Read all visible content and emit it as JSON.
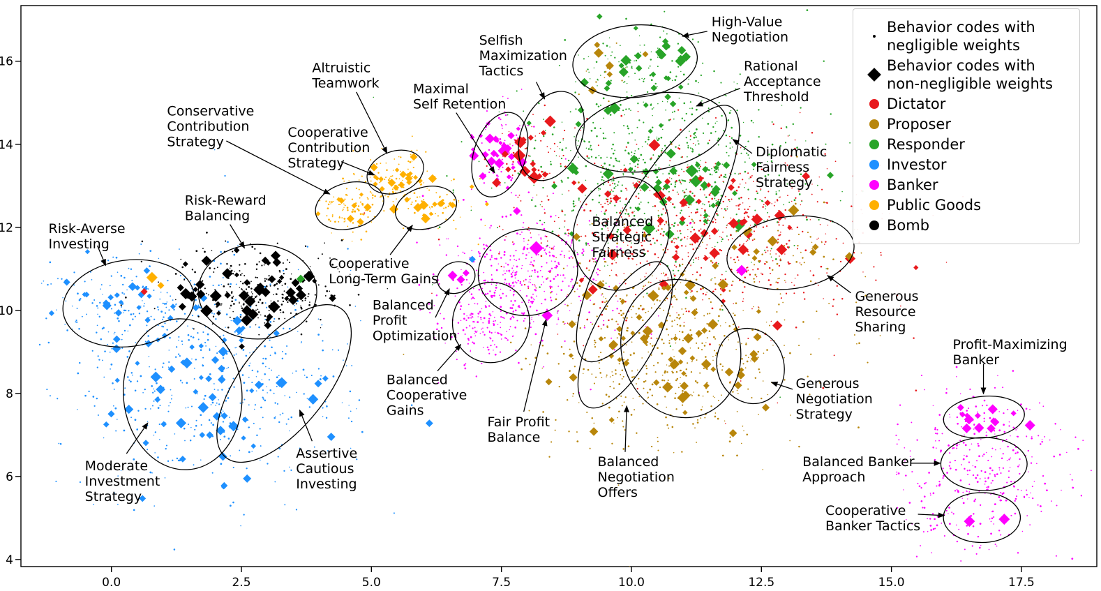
{
  "chart_data": {
    "type": "scatter",
    "title": "",
    "xlabel": "",
    "ylabel": "",
    "grid": false,
    "xlim": [
      -1.74,
      18.95
    ],
    "ylim": [
      3.83,
      17.34
    ],
    "x_tick_values": [
      0.0,
      2.5,
      5.0,
      7.5,
      10.0,
      12.5,
      15.0,
      17.5
    ],
    "x_tick_labels": [
      "0.0",
      "2.5",
      "5.0",
      "7.5",
      "10.0",
      "12.5",
      "15.0",
      "17.5"
    ],
    "y_tick_values": [
      4,
      6,
      8,
      10,
      12,
      14,
      16
    ],
    "y_tick_labels": [
      "4",
      "6",
      "8",
      "10",
      "12",
      "14",
      "16"
    ],
    "legend_position": "upper right",
    "legend_items": [
      {
        "marker": "dot-small",
        "color": "#000000",
        "label": "Behavior codes with\nnegligible weights"
      },
      {
        "marker": "diamond",
        "color": "#000000",
        "label": "Behavior codes with\nnon-negligible weights"
      },
      {
        "marker": "dot",
        "color": "#e8191c",
        "label": "Dictator"
      },
      {
        "marker": "dot",
        "color": "#b8860b",
        "label": "Proposer"
      },
      {
        "marker": "dot",
        "color": "#28a428",
        "label": "Responder"
      },
      {
        "marker": "dot",
        "color": "#1e90ff",
        "label": "Investor"
      },
      {
        "marker": "dot",
        "color": "#ff00ff",
        "label": "Banker"
      },
      {
        "marker": "dot",
        "color": "#ffb000",
        "label": "Public Goods"
      },
      {
        "marker": "dot",
        "color": "#000000",
        "label": "Bomb"
      }
    ],
    "series_colors": {
      "dictator": "#e8191c",
      "proposer": "#b8860b",
      "responder": "#28a428",
      "investor": "#1e90ff",
      "banker": "#ff00ff",
      "public_goods": "#ffb000",
      "bomb": "#000000"
    },
    "clusters": [
      {
        "s": "investor",
        "cx": 1.9,
        "cy": 8.4,
        "sx": 1.35,
        "sy": 1.4,
        "n_small": 520,
        "n_big": 60,
        "bmin": 3.5,
        "bmax": 8.0
      },
      {
        "s": "investor",
        "cx": 0.2,
        "cy": 10.3,
        "sx": 0.75,
        "sy": 0.55,
        "n_small": 110,
        "n_big": 22,
        "bmin": 3.5,
        "bmax": 7.5
      },
      {
        "s": "bomb",
        "cx": 2.8,
        "cy": 10.45,
        "sx": 0.85,
        "sy": 0.5,
        "n_small": 260,
        "n_big": 52,
        "bmin": 3.5,
        "bmax": 9.0
      },
      {
        "s": "public_goods",
        "cx": 4.6,
        "cy": 12.5,
        "sx": 0.38,
        "sy": 0.32,
        "n_small": 90,
        "n_big": 10,
        "bmin": 3.0,
        "bmax": 6.5
      },
      {
        "s": "public_goods",
        "cx": 5.45,
        "cy": 13.2,
        "sx": 0.36,
        "sy": 0.36,
        "n_small": 80,
        "n_big": 18,
        "bmin": 3.0,
        "bmax": 7.0
      },
      {
        "s": "public_goods",
        "cx": 6.2,
        "cy": 12.6,
        "sx": 0.4,
        "sy": 0.36,
        "n_small": 60,
        "n_big": 14,
        "bmin": 3.0,
        "bmax": 7.0
      },
      {
        "s": "banker",
        "cx": 7.5,
        "cy": 13.9,
        "sx": 0.27,
        "sy": 0.55,
        "n_small": 70,
        "n_big": 30,
        "bmin": 3.0,
        "bmax": 8.0
      },
      {
        "s": "dictator",
        "cx": 8.1,
        "cy": 13.75,
        "sx": 0.42,
        "sy": 0.45,
        "n_small": 50,
        "n_big": 15,
        "bmin": 4.0,
        "bmax": 10.0
      },
      {
        "s": "responder",
        "cx": 10.1,
        "cy": 15.9,
        "sx": 0.7,
        "sy": 0.45,
        "n_small": 90,
        "n_big": 26,
        "bmin": 3.5,
        "bmax": 8.5
      },
      {
        "s": "proposer",
        "cx": 9.4,
        "cy": 15.8,
        "sx": 0.35,
        "sy": 0.45,
        "n_small": 12,
        "n_big": 4,
        "bmin": 4.0,
        "bmax": 7.0
      },
      {
        "s": "responder",
        "cx": 10.6,
        "cy": 13.5,
        "sx": 1.3,
        "sy": 1.05,
        "n_small": 520,
        "n_big": 46,
        "bmin": 3.5,
        "bmax": 9.0
      },
      {
        "s": "responder",
        "cx": 10.8,
        "cy": 12.3,
        "sx": 1.9,
        "sy": 1.3,
        "n_small": 180,
        "n_big": 0,
        "bmin": 3.5,
        "bmax": 8.0
      },
      {
        "s": "dictator",
        "cx": 11.3,
        "cy": 11.9,
        "sx": 1.55,
        "sy": 1.0,
        "n_small": 550,
        "n_big": 48,
        "bmin": 3.5,
        "bmax": 8.5
      },
      {
        "s": "dictator",
        "cx": 11.6,
        "cy": 11.6,
        "sx": 2.2,
        "sy": 1.5,
        "n_small": 150,
        "n_big": 0,
        "bmin": 3.5,
        "bmax": 8.0
      },
      {
        "s": "proposer",
        "cx": 13.1,
        "cy": 11.4,
        "sx": 0.8,
        "sy": 0.5,
        "n_small": 40,
        "n_big": 9,
        "bmin": 4.0,
        "bmax": 8.0
      },
      {
        "s": "banker",
        "cx": 8.0,
        "cy": 11.0,
        "sx": 0.7,
        "sy": 0.72,
        "n_small": 340,
        "n_big": 0,
        "bmin": 3.5,
        "bmax": 8.0
      },
      {
        "s": "banker",
        "cx": 7.25,
        "cy": 9.7,
        "sx": 0.45,
        "sy": 0.5,
        "n_small": 140,
        "n_big": 0,
        "bmin": 3.5,
        "bmax": 8.0
      },
      {
        "s": "banker",
        "cx": 8.1,
        "cy": 10.6,
        "sx": 1.1,
        "sy": 1.1,
        "n_small": 80,
        "n_big": 0,
        "bmin": 3.5,
        "bmax": 8.0
      },
      {
        "s": "proposer",
        "cx": 10.7,
        "cy": 9.2,
        "sx": 1.15,
        "sy": 1.2,
        "n_small": 470,
        "n_big": 70,
        "bmin": 3.5,
        "bmax": 8.5
      },
      {
        "s": "proposer",
        "cx": 10.9,
        "cy": 9.3,
        "sx": 1.8,
        "sy": 1.6,
        "n_small": 120,
        "n_big": 0,
        "bmin": 3.5,
        "bmax": 8.0
      },
      {
        "s": "banker",
        "cx": 16.7,
        "cy": 6.1,
        "sx": 0.8,
        "sy": 1.05,
        "n_small": 380,
        "n_big": 0,
        "bmin": 3.5,
        "bmax": 8.0
      },
      {
        "s": "banker",
        "cx": 16.8,
        "cy": 7.4,
        "sx": 0.5,
        "sy": 0.18,
        "n_small": 8,
        "n_big": 13,
        "bmin": 4.0,
        "bmax": 9.0
      }
    ],
    "outliers": [
      {
        "s": "public_goods",
        "x": 0.78,
        "y": 10.79,
        "size": 8
      },
      {
        "s": "public_goods",
        "x": 0.95,
        "y": 10.6,
        "size": 5
      },
      {
        "s": "dictator",
        "x": 0.63,
        "y": 10.45,
        "size": 5
      },
      {
        "s": "responder",
        "x": 3.64,
        "y": 10.76,
        "size": 6
      },
      {
        "s": "banker",
        "x": 6.56,
        "y": 10.84,
        "size": 7
      },
      {
        "s": "banker",
        "x": 6.72,
        "y": 10.74,
        "size": 6
      },
      {
        "s": "banker",
        "x": 6.82,
        "y": 10.9,
        "size": 5
      },
      {
        "s": "banker",
        "x": 8.17,
        "y": 11.5,
        "size": 10
      },
      {
        "s": "banker",
        "x": 8.38,
        "y": 9.88,
        "size": 8
      },
      {
        "s": "banker",
        "x": 12.12,
        "y": 10.96,
        "size": 8
      },
      {
        "s": "investor",
        "x": 6.94,
        "y": 11.23,
        "size": 5
      },
      {
        "s": "investor",
        "x": 2.61,
        "y": 5.95,
        "size": 6
      },
      {
        "s": "banker",
        "x": 16.5,
        "y": 4.92,
        "size": 8
      },
      {
        "s": "banker",
        "x": 17.17,
        "y": 4.97,
        "size": 8
      },
      {
        "s": "proposer",
        "x": 9.37,
        "y": 16.2,
        "size": 7
      },
      {
        "s": "proposer",
        "x": 9.25,
        "y": 15.3,
        "size": 6
      }
    ],
    "ellipses": [
      {
        "label": "risk-averse-investing",
        "cx": 0.33,
        "cy": 10.17,
        "rx": 1.27,
        "ry": 1.04,
        "rot": -8
      },
      {
        "label": "risk-reward-balancing",
        "cx": 2.81,
        "cy": 10.45,
        "rx": 1.14,
        "ry": 1.14,
        "rot": 0
      },
      {
        "label": "moderate-investment-strategy",
        "cx": 1.37,
        "cy": 7.98,
        "rx": 1.14,
        "ry": 1.82,
        "rot": -5
      },
      {
        "label": "assertive-cautious-investing",
        "cx": 3.32,
        "cy": 8.24,
        "rx": 1.81,
        "ry": 1.04,
        "rot": -52
      },
      {
        "label": "conservative-contribution",
        "cx": 4.58,
        "cy": 12.52,
        "rx": 0.67,
        "ry": 0.55,
        "rot": -15
      },
      {
        "label": "cooperative-contribution",
        "cx": 5.46,
        "cy": 13.33,
        "rx": 0.56,
        "ry": 0.5,
        "rot": -20
      },
      {
        "label": "cooperative-long-term-gains",
        "cx": 6.05,
        "cy": 12.47,
        "rx": 0.6,
        "ry": 0.5,
        "rot": -15
      },
      {
        "label": "maximal-self-retention",
        "cx": 7.47,
        "cy": 13.75,
        "rx": 0.5,
        "ry": 1.05,
        "rot": 18
      },
      {
        "label": "selfish-maximization-tactics",
        "cx": 8.46,
        "cy": 14.2,
        "rx": 0.58,
        "ry": 1.12,
        "rot": 22
      },
      {
        "label": "high-value-negotiation",
        "cx": 10.07,
        "cy": 16.0,
        "rx": 1.2,
        "ry": 0.87,
        "rot": -5
      },
      {
        "label": "rational-acceptance-threshold",
        "cx": 10.38,
        "cy": 14.29,
        "rx": 1.47,
        "ry": 0.92,
        "rot": -10
      },
      {
        "label": "balanced-strategic-fairness",
        "cx": 9.8,
        "cy": 11.85,
        "rx": 0.91,
        "ry": 1.38,
        "rot": 15
      },
      {
        "label": "diplomatic-fairness-strategy",
        "cx": 10.51,
        "cy": 11.85,
        "rx": 2.81,
        "ry": 1.0,
        "rot": -60
      },
      {
        "label": "generous-resource-sharing",
        "cx": 13.06,
        "cy": 11.39,
        "rx": 1.23,
        "ry": 0.87,
        "rot": -8
      },
      {
        "label": "balanced-profit-optimization",
        "cx": 6.63,
        "cy": 10.79,
        "rx": 0.37,
        "ry": 0.37,
        "rot": -20
      },
      {
        "label": "balanced-cooperative-gains",
        "cx": 7.3,
        "cy": 9.71,
        "rx": 0.74,
        "ry": 0.97,
        "rot": 10
      },
      {
        "label": "fair-profit-balance",
        "cx": 8.01,
        "cy": 10.92,
        "rx": 0.96,
        "ry": 1.04,
        "rot": -10
      },
      {
        "label": "balanced-negotiation-offers",
        "cx": 9.88,
        "cy": 9.41,
        "rx": 1.56,
        "ry": 0.76,
        "rot": -62
      },
      {
        "label": "proposer-main-cluster",
        "cx": 10.95,
        "cy": 9.08,
        "rx": 1.14,
        "ry": 1.68,
        "rot": -15
      },
      {
        "label": "generous-negotiation-strategy",
        "cx": 12.29,
        "cy": 8.66,
        "rx": 0.64,
        "ry": 0.92,
        "rot": -20
      },
      {
        "label": "profit-maximizing-banker",
        "cx": 16.78,
        "cy": 7.43,
        "rx": 0.78,
        "ry": 0.5,
        "rot": -5
      },
      {
        "label": "balanced-banker-approach",
        "cx": 16.78,
        "cy": 6.3,
        "rx": 0.83,
        "ry": 0.64,
        "rot": 0
      },
      {
        "label": "cooperative-banker-tactics",
        "cx": 16.74,
        "cy": 5.01,
        "rx": 0.74,
        "ry": 0.6,
        "rot": 0
      }
    ],
    "annotations": [
      {
        "text": "High-Value\nNegotiation",
        "x": 11.54,
        "y": 17.11,
        "arrow": {
          "x1": 11.46,
          "y1": 16.72,
          "x2": 10.98,
          "y2": 16.6
        }
      },
      {
        "text": "Rational\nAcceptance\nThreshold",
        "x": 12.16,
        "y": 16.05,
        "arrow": {
          "x1": 12.09,
          "y1": 15.35,
          "x2": 11.25,
          "y2": 14.92
        }
      },
      {
        "text": "Selfish\nMaximization\nTactics",
        "x": 7.07,
        "y": 16.67,
        "arrow": {
          "x1": 8.17,
          "y1": 15.5,
          "x2": 8.33,
          "y2": 15.09
        }
      },
      {
        "text": "Maximal\nSelf Retention",
        "x": 5.8,
        "y": 15.5,
        "arrow": {
          "x1": 6.63,
          "y1": 14.76,
          "x2": 7.37,
          "y2": 13.31
        }
      },
      {
        "text": "Altruistic\nTeamwork",
        "x": 3.86,
        "y": 16.0,
        "arrow": {
          "x1": 4.71,
          "y1": 15.26,
          "x2": 5.3,
          "y2": 13.78
        }
      },
      {
        "text": "Conservative\nContribution\nStrategy",
        "x": 1.07,
        "y": 14.96,
        "arrow": {
          "x1": 2.21,
          "y1": 14.08,
          "x2": 4.2,
          "y2": 12.8
        }
      },
      {
        "text": "Cooperative\nContribution\nStrategy",
        "x": 3.39,
        "y": 14.45,
        "arrow": {
          "x1": 4.42,
          "y1": 13.58,
          "x2": 5.06,
          "y2": 13.26
        }
      },
      {
        "text": "Cooperative\nLong-Term Gains",
        "x": 4.18,
        "y": 11.29,
        "arrow": {
          "x1": 5.36,
          "y1": 11.34,
          "x2": 5.79,
          "y2": 12.05
        }
      },
      {
        "text": "Risk-Reward\nBalancing",
        "x": 1.41,
        "y": 12.81,
        "arrow": {
          "x1": 2.28,
          "y1": 12.07,
          "x2": 2.56,
          "y2": 11.5
        }
      },
      {
        "text": "Risk-Averse\nInvesting",
        "x": -1.21,
        "y": 12.13,
        "arrow": {
          "x1": -0.27,
          "y1": 11.56,
          "x2": -0.11,
          "y2": 11.08
        }
      },
      {
        "text": "Moderate\nInvestment\nStrategy",
        "x": -0.51,
        "y": 6.42,
        "arrow": {
          "x1": 0.29,
          "y1": 6.55,
          "x2": 0.7,
          "y2": 7.29
        }
      },
      {
        "text": "Assertive\nCautious\nInvesting",
        "x": 3.55,
        "y": 6.72,
        "arrow": {
          "x1": 3.86,
          "y1": 6.85,
          "x2": 3.62,
          "y2": 7.6
        }
      },
      {
        "text": "Balanced\nProfit\nOptimization",
        "x": 5.02,
        "y": 10.29,
        "arrow": {
          "x1": 6.23,
          "y1": 9.83,
          "x2": 6.5,
          "y2": 10.52
        }
      },
      {
        "text": "Balanced\nCooperative\nGains",
        "x": 5.29,
        "y": 8.49,
        "arrow": {
          "x1": 6.27,
          "y1": 8.54,
          "x2": 6.72,
          "y2": 9.18
        }
      },
      {
        "text": "Fair Profit\nBalance",
        "x": 7.23,
        "y": 7.48,
        "arrow": {
          "x1": 7.93,
          "y1": 7.56,
          "x2": 8.36,
          "y2": 9.78
        }
      },
      {
        "text": "Balanced\nStrategic\nFairness",
        "x": 9.24,
        "y": 12.3
      },
      {
        "text": "Diplomatic\nFairness\nStrategy",
        "x": 12.39,
        "y": 13.98,
        "arrow": {
          "x1": 12.32,
          "y1": 13.78,
          "x2": 11.95,
          "y2": 14.12
        }
      },
      {
        "text": "Generous\nResource\nSharing",
        "x": 14.3,
        "y": 10.5,
        "arrow": {
          "x1": 14.22,
          "y1": 10.42,
          "x2": 13.77,
          "y2": 10.84
        }
      },
      {
        "text": "Generous\nNegotiation\nStrategy",
        "x": 13.16,
        "y": 8.4,
        "arrow": {
          "x1": 13.1,
          "y1": 8.1,
          "x2": 12.69,
          "y2": 8.27
        }
      },
      {
        "text": "Balanced\nNegotiation\nOffers",
        "x": 9.35,
        "y": 6.52,
        "arrow": {
          "x1": 9.88,
          "y1": 6.59,
          "x2": 9.91,
          "y2": 7.7
        }
      },
      {
        "text": "Profit-Maximizing\nBanker",
        "x": 16.18,
        "y": 9.34,
        "arrow": {
          "x1": 16.77,
          "y1": 8.71,
          "x2": 16.77,
          "y2": 7.99
        }
      },
      {
        "text": "Balanced Banker\nApproach",
        "x": 13.29,
        "y": 6.52,
        "arrow": {
          "x1": 15.37,
          "y1": 6.32,
          "x2": 15.94,
          "y2": 6.32
        }
      },
      {
        "text": "Cooperative\nBanker Tactics",
        "x": 13.73,
        "y": 5.34,
        "arrow": {
          "x1": 15.51,
          "y1": 5.09,
          "x2": 16.02,
          "y2": 5.06
        }
      }
    ]
  }
}
